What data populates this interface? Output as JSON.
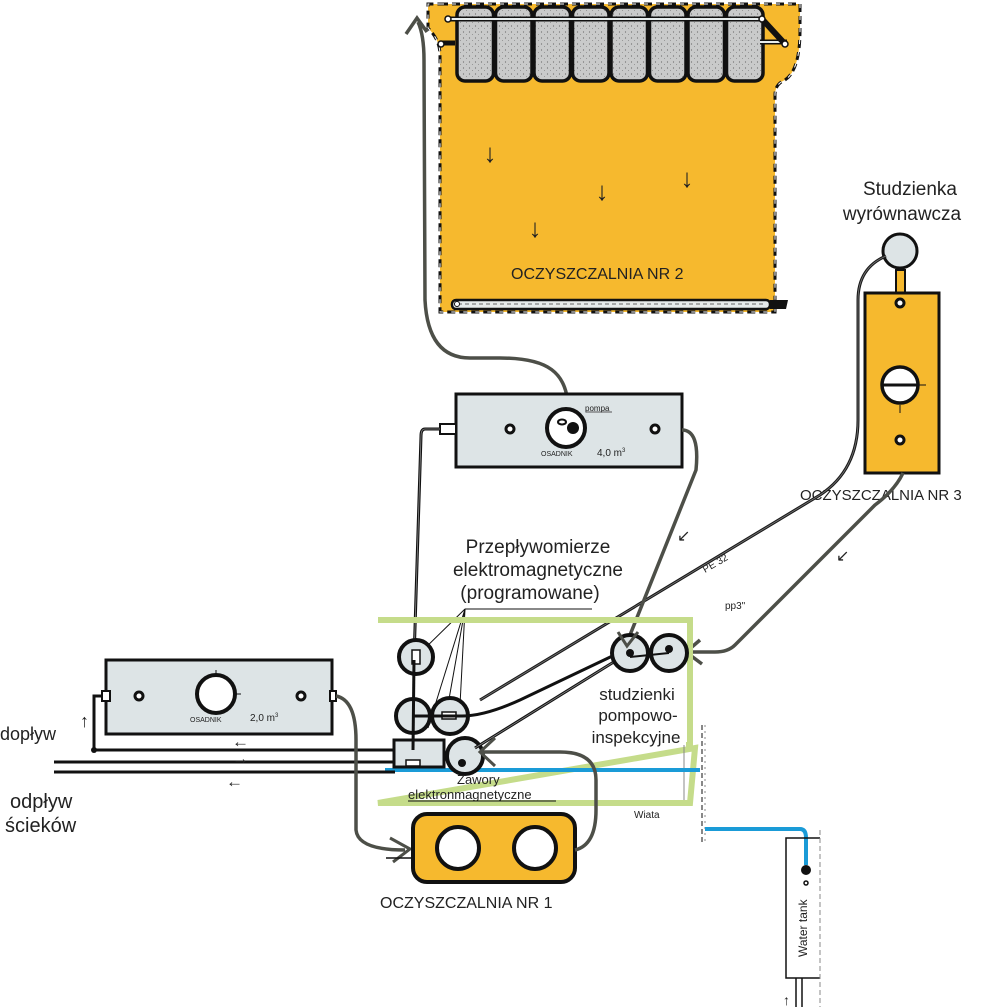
{
  "colors": {
    "tank_yellow": "#F6B92E",
    "settler_gray": "#DDE4E6",
    "module_gray": "#C9CACA",
    "pipe_dark": "#1A1A1A",
    "pipe_gray": "#4D4F48",
    "frame_green": "#C5DC8A",
    "water_blue": "#1A9BD7"
  },
  "plant2": {
    "title": "OCZYSZCZALNIA NR 2",
    "flow_arrow": "↓",
    "module_count": 8
  },
  "equalizing_well": {
    "label_line1": "Studzienka",
    "label_line2": "wyrównawcza"
  },
  "plant3": {
    "title": "OCZYSZCZALNIA NR 3"
  },
  "settler_large": {
    "name": "OSADNIK",
    "volume": "4,0 m",
    "volume_sup": "3",
    "pump_label": "pompa"
  },
  "settler_small": {
    "name": "OSADNIK",
    "volume": "2,0 m",
    "volume_sup": "3"
  },
  "flowmeters": {
    "line1": "Przepływomierze",
    "line2": "elektromagnetyczne",
    "line3": "(programowane)"
  },
  "pipes": {
    "pe": "PE 32",
    "pp": "pp3\""
  },
  "pump_wells": {
    "line1": "studzienki",
    "line2": "pompowo-",
    "line3": "inspekcyjne"
  },
  "valves": {
    "line1": "Zawory",
    "line2": "elektronmagnetyczne"
  },
  "shelter": "Wiata",
  "inflow": "dopływ",
  "outflow": {
    "line1": "odpływ",
    "line2": "ścieków"
  },
  "arrows": {
    "left": "←",
    "right": "→",
    "up": "↑",
    "down_left": "↙"
  },
  "plant1": {
    "title": "OCZYSZCZALNIA NR 1"
  },
  "water_tank": "Water tank"
}
